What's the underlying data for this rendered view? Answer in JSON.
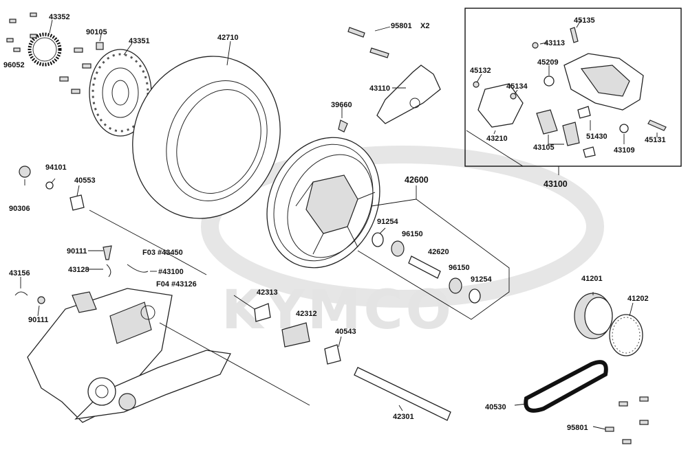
{
  "watermark": "KYMCO",
  "labels": {
    "p43352": "43352",
    "p90105": "90105",
    "p43351": "43351",
    "p96052": "96052",
    "p42710": "42710",
    "p95801_top": "95801",
    "x2": "X2",
    "p43110": "43110",
    "p39660": "39660",
    "p42600": "42600",
    "p91254_a": "91254",
    "p96150_a": "96150",
    "p42620": "42620",
    "p96150_b": "96150",
    "p91254_b": "91254",
    "p94101": "94101",
    "p40553": "40553",
    "p90306": "90306",
    "p90111_a": "90111",
    "p43128": "43128",
    "p43156": "43156",
    "p90111_b": "90111",
    "f03": "F03 #43450",
    "ref43100": "#43100",
    "f04": "F04 #43126",
    "p42313": "42313",
    "p42312": "42312",
    "p40543": "40543",
    "p42301": "42301",
    "p45135": "45135",
    "p43113": "43113",
    "p45209": "45209",
    "p45132": "45132",
    "p45134": "45134",
    "p43210": "43210",
    "p43105": "43105",
    "p51430": "51430",
    "p43109": "43109",
    "p45131": "45131",
    "p43100": "43100",
    "p41201": "41201",
    "p41202": "41202",
    "p40530": "40530",
    "p95801_bot": "95801"
  }
}
